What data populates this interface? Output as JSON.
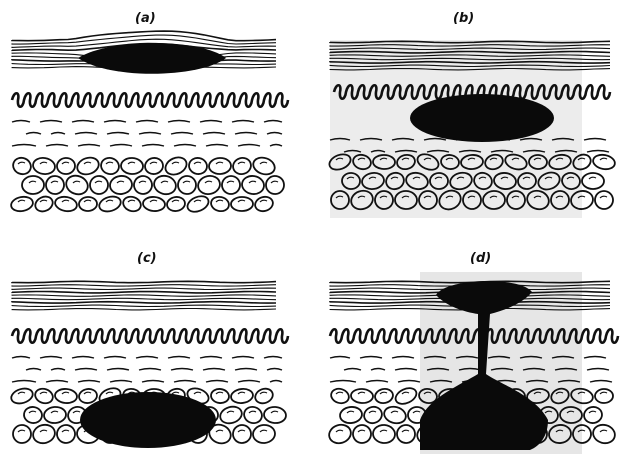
{
  "panels": [
    {
      "id": "a",
      "label": "(a)"
    },
    {
      "id": "b",
      "label": "(b)"
    },
    {
      "id": "c",
      "label": "(c)"
    },
    {
      "id": "d",
      "label": "(d)"
    }
  ],
  "colors": {
    "ink": "#111111",
    "background": "#ffffff",
    "lesion": "#0a0a0a",
    "highlight_overlay": "#e6e6e6"
  }
}
